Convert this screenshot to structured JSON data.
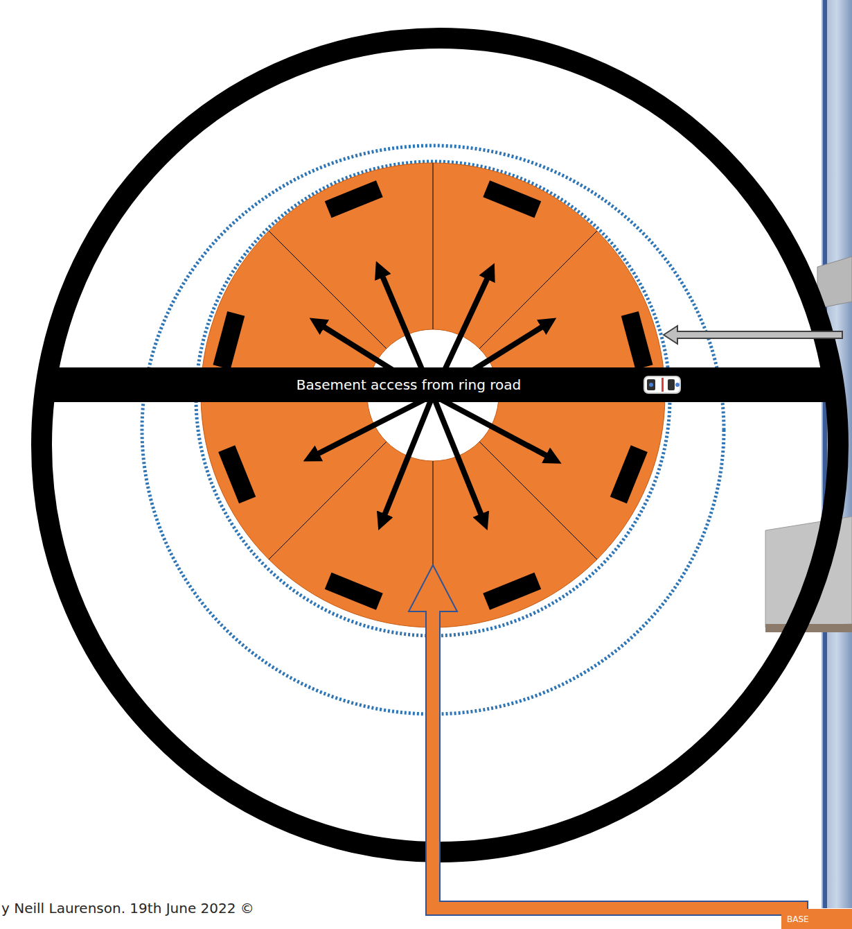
{
  "diagram": {
    "nodes": [
      {
        "text": [
          "Basement access from ring road"
        ]
      },
      {
        "text": [
          "BASE"
        ]
      }
    ],
    "labels": [
      "y Neill Laurenson. 19th June 2022 ©"
    ]
  }
}
